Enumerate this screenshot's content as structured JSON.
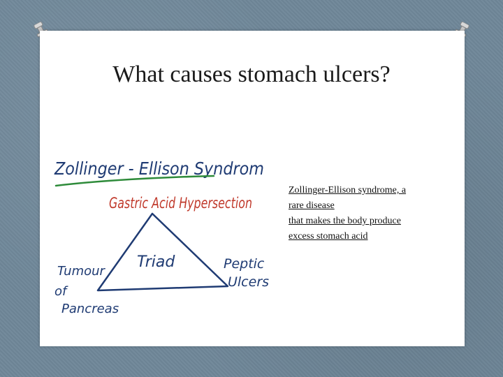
{
  "slide": {
    "title": "What causes stomach ulcers?"
  },
  "diagram": {
    "heading": "Zollinger - Ellison Syndrom",
    "subheading": "Gastric Acid Hypersection",
    "center_label": "Triad",
    "left_label_line1": "Tumour",
    "left_label_line2": "of",
    "left_label_line3": "Pancreas",
    "right_label_line1": "Peptic",
    "right_label_line2": "Ulcers",
    "colors": {
      "heading": "#1f3b73",
      "underline": "#2e8b3a",
      "subheading": "#c0392b",
      "ink": "#1f3b73"
    }
  },
  "description": {
    "lines": [
      "Zollinger-Ellison syndrome, a",
      "rare disease",
      "that makes the body produce",
      "excess stomach acid"
    ]
  }
}
